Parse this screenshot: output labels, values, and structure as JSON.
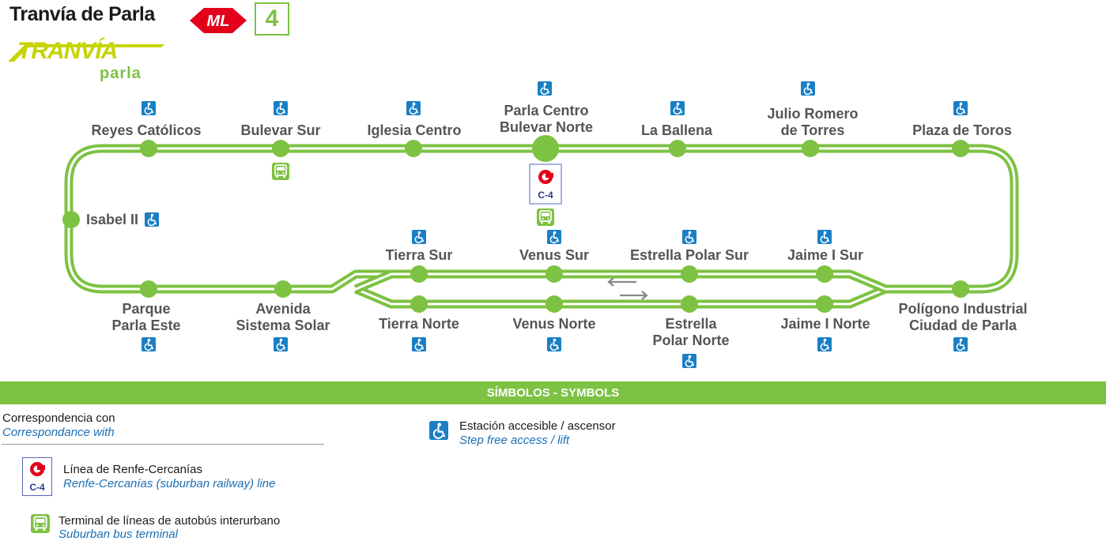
{
  "header": {
    "title": "Tranvía de Parla",
    "ml_logo_text": "ML",
    "line_number": "4",
    "brand_main": "TRANVÍA",
    "brand_sub": "parla"
  },
  "colors": {
    "line": "#7dc242",
    "line_dark": "#5aa02c",
    "station": "#7dc242",
    "accessible": "#1a7fc4",
    "renfe_red": "#e3001b",
    "renfe_blue": "#2b3a8f",
    "ml_red": "#e3001b"
  },
  "stations": [
    {
      "id": "reyes",
      "lines": [
        "Reyes Católicos"
      ],
      "accessible": true
    },
    {
      "id": "bulevar-sur",
      "lines": [
        "Bulevar Sur"
      ],
      "accessible": true,
      "bus": true
    },
    {
      "id": "iglesia",
      "lines": [
        "Iglesia Centro"
      ],
      "accessible": true
    },
    {
      "id": "parla-centro",
      "lines": [
        "Parla Centro",
        "Bulevar Norte"
      ],
      "accessible": true,
      "renfe": "C-4",
      "bus": true
    },
    {
      "id": "ballena",
      "lines": [
        "La Ballena"
      ],
      "accessible": true
    },
    {
      "id": "julio",
      "lines": [
        "Julio Romero",
        "de Torres"
      ],
      "accessible": true
    },
    {
      "id": "toros",
      "lines": [
        "Plaza de Toros"
      ],
      "accessible": true
    },
    {
      "id": "isabel",
      "lines": [
        "Isabel II"
      ],
      "accessible": true
    },
    {
      "id": "tierra-sur",
      "lines": [
        "Tierra Sur"
      ],
      "accessible": true
    },
    {
      "id": "venus-sur",
      "lines": [
        "Venus Sur"
      ],
      "accessible": true
    },
    {
      "id": "estrella-sur",
      "lines": [
        "Estrella Polar Sur"
      ],
      "accessible": true
    },
    {
      "id": "jaime-sur",
      "lines": [
        "Jaime I Sur"
      ],
      "accessible": true
    },
    {
      "id": "parque",
      "lines": [
        "Parque",
        "Parla Este"
      ],
      "accessible": true
    },
    {
      "id": "avenida",
      "lines": [
        "Avenida",
        "Sistema Solar"
      ],
      "accessible": true
    },
    {
      "id": "tierra-norte",
      "lines": [
        "Tierra Norte"
      ],
      "accessible": true
    },
    {
      "id": "venus-norte",
      "lines": [
        "Venus Norte"
      ],
      "accessible": true
    },
    {
      "id": "estrella-norte",
      "lines": [
        "Estrella",
        "Polar Norte"
      ],
      "accessible": true
    },
    {
      "id": "jaime-norte",
      "lines": [
        "Jaime I Norte"
      ],
      "accessible": true
    },
    {
      "id": "poligono",
      "lines": [
        "Polígono Industrial",
        "Ciudad de Parla"
      ],
      "accessible": true
    }
  ],
  "renfe_label": "C-4",
  "symbols": {
    "bar_title": "SÍMBOLOS - SYMBOLS",
    "correspondence_es": "Correspondencia con",
    "correspondence_en": "Correspondance with",
    "renfe_es": "Línea de Renfe-Cercanías",
    "renfe_en": "Renfe-Cercanías (suburban railway) line",
    "bus_es": "Terminal de líneas de autobús interurbano",
    "bus_en": "Suburban bus terminal",
    "access_es": "Estación accesible / ascensor",
    "access_en": "Step free access / lift"
  }
}
